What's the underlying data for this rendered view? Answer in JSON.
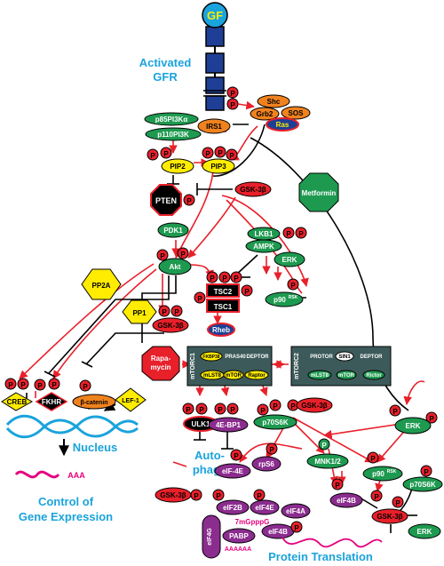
{
  "labels": {
    "gf": "GF",
    "activated": "Activated",
    "gfr": "GFR",
    "p": "P",
    "shc": "Shc",
    "grb2": "Grb2",
    "sos": "SOS",
    "ras": "Ras",
    "p85": "p85PI3Kα",
    "p110": "p110PI3K",
    "irs1": "IRS1",
    "pip2": "PIP2",
    "pip3": "PIP3",
    "pten": "PTEN",
    "gsk3b": "GSK-3β",
    "metformin": "Metformin",
    "pdk1": "PDK1",
    "lkb1": "LKB1",
    "ampk": "AMPK",
    "erk": "ERK",
    "akt": "Akt",
    "pp2a": "PP2A",
    "pp1": "PP1",
    "tsc2": "TSC2",
    "tsc1": "TSC1",
    "p90rsk": "p90",
    "rsk_sup": "RSK",
    "rheb": "Rheb",
    "rapamycin_1": "Rapa-",
    "rapamycin_2": "mycin",
    "mtorc1": "mTORC1",
    "mtorc2": "mTORC2",
    "fkbp38": "FKBP38",
    "pras40": "PRAS40",
    "deptor": "DEPTOR",
    "mlst8": "mLST8",
    "mtor": "mTOR",
    "raptor": "Raptor",
    "protor": "PROTOR",
    "sin1": "SIN1",
    "rictor": "Rictor",
    "creb": "CREB",
    "fkhr": "FKHR",
    "bcatenin": "β-catenin",
    "lef1": "LEF-1",
    "nucleus": "Nucleus",
    "aaa": "AAA",
    "control_1": "Control of",
    "control_2": "Gene Expression",
    "ulk1": "ULK1",
    "ebp1": "4E-BP1",
    "p70s6k": "p70S6K",
    "autophagy_1": "Auto-",
    "autophagy_2": "phagy",
    "eif4e": "eIF-4E",
    "rps6": "rpS6",
    "mnk": "MNK1/2",
    "eif4b": "eIF4B",
    "eif2b": "eIF2B",
    "eif4e2": "eIF4E",
    "eif4a": "eIF4A",
    "eif4g": "eIF4G",
    "cap": "7mGpppG",
    "pabp": "PABP",
    "polya": "AAAAAA",
    "protein_translation": "Protein Translation"
  },
  "colors": {
    "green": "#1e9a50",
    "red": "#e8202a",
    "yellow": "#ffec00",
    "orange": "#f0821e",
    "purple": "#8b2c8f",
    "black": "#000000",
    "cyan": "#1aa3dc",
    "navy": "#1e3f95",
    "magenta": "#e5007e",
    "complex": "#3d5a5a"
  }
}
